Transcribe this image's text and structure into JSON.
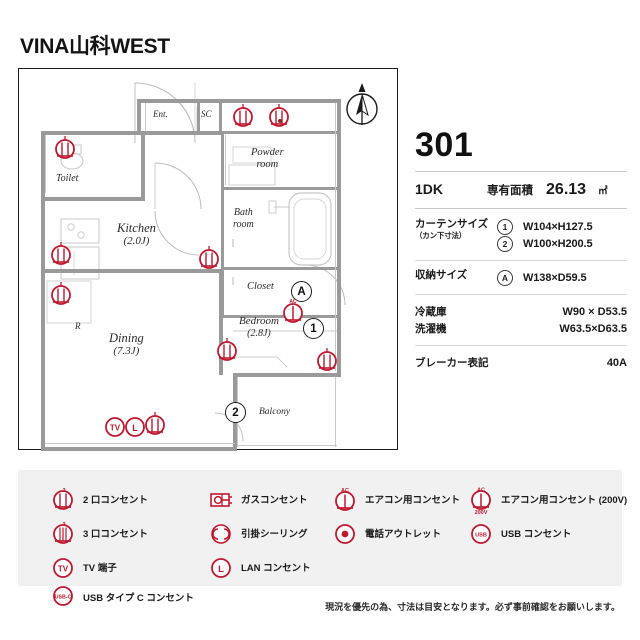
{
  "header": {
    "building_name": "VINA山科WEST"
  },
  "plan": {
    "compass_label": "N",
    "rooms": [
      {
        "name": "Ent.",
        "size": ""
      },
      {
        "name": "SC",
        "size": ""
      },
      {
        "name": "Toilet",
        "size": ""
      },
      {
        "name": "Powder",
        "size": "room"
      },
      {
        "name": "Bath",
        "size": "room"
      },
      {
        "name": "Kitchen",
        "size": "(2.0J)"
      },
      {
        "name": "Closet",
        "size": ""
      },
      {
        "name": "Dining",
        "size": "(7.3J)"
      },
      {
        "name": "Bedroom",
        "size": "(2.8J)"
      },
      {
        "name": "Balcony",
        "size": ""
      },
      {
        "name": "R",
        "size": ""
      }
    ],
    "markers": [
      {
        "label": "A"
      },
      {
        "label": "1"
      },
      {
        "label": "2"
      }
    ]
  },
  "info": {
    "unit_number": "301",
    "layout_type": "1DK",
    "area_label": "専有面積",
    "area_value": "26.13",
    "area_unit": "㎡",
    "curtain": {
      "key": "カーテンサイズ",
      "key_sub": "（カン下寸法）",
      "items": [
        {
          "badge": "1",
          "value": "W104×H127.5"
        },
        {
          "badge": "2",
          "value": "W100×H200.5"
        }
      ]
    },
    "storage": {
      "key": "収納サイズ",
      "items": [
        {
          "badge": "A",
          "value": "W138×D59.5"
        }
      ]
    },
    "appliances": [
      {
        "key": "冷蔵庫",
        "value": "W90 × D53.5"
      },
      {
        "key": "洗濯機",
        "value": "W63.5×D63.5"
      }
    ],
    "breaker": {
      "key": "ブレーカー表記",
      "value": "40A"
    }
  },
  "legend": {
    "items": [
      {
        "icon": "outlet-2-icon",
        "label": "2 口コンセント"
      },
      {
        "icon": "outlet-3-icon",
        "label": "3 口コンセント"
      },
      {
        "icon": "tv-terminal-icon",
        "label": "TV 端子"
      },
      {
        "icon": "gas-outlet-icon",
        "label": "ガスコンセント"
      },
      {
        "icon": "ceiling-hook-icon",
        "label": "引掛シーリング"
      },
      {
        "icon": "lan-outlet-icon",
        "label": "LAN コンセント"
      },
      {
        "icon": "ac-outlet-icon",
        "label": "エアコン用コンセント"
      },
      {
        "icon": "phone-outlet-icon",
        "label": "電話アウトレット"
      },
      {
        "icon": "usb-c-outlet-icon",
        "label": "USB タイプ C コンセント"
      },
      {
        "icon": "ac-outlet-200v-icon",
        "label": "エアコン用コンセント (200V)"
      },
      {
        "icon": "usb-outlet-icon",
        "label": "USB コンセント"
      }
    ],
    "ac_tag": "AC",
    "v200_tag": "200V",
    "usb_tag": "USB",
    "usbc_tag": "USB-C",
    "tv_tag": "TV",
    "lan_tag": "L"
  },
  "footer": {
    "note": "現況を優先の為、寸法は目安となります。必ず事前確認をお願いします。"
  },
  "colors": {
    "accent_red": "#c0182e",
    "ink": "#1a1a1a",
    "wall": "#9a9a9a",
    "panel_bg": "#f1f1f1"
  }
}
